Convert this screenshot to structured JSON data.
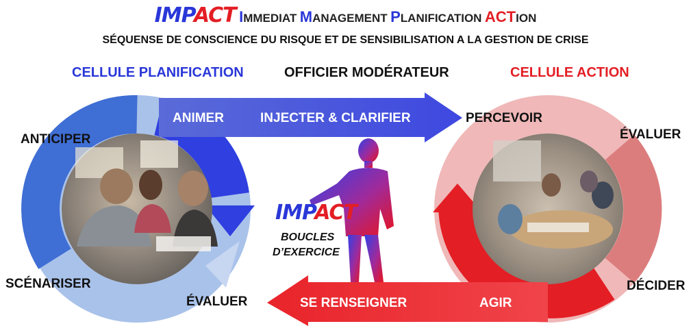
{
  "header": {
    "logo_part1": "IMP",
    "logo_part2": "ACT",
    "words": [
      {
        "cap": "I",
        "rest": "MMEDIAT",
        "cap_color": "blue"
      },
      {
        "cap": "M",
        "rest": "ANAGEMENT",
        "cap_color": "blue"
      },
      {
        "cap": "P",
        "rest": "LANIFICATION",
        "cap_color": "blue"
      },
      {
        "cap": "ACT",
        "rest": "ION",
        "cap_color": "red"
      }
    ],
    "subtitle": "SÉQUENSE DE CONSCIENCE DU RISQUE ET DE SENSIBILISATION A LA GESTION DE CRISE"
  },
  "cells": {
    "planification_title": "CELLULE PLANIFICATION",
    "moderateur_title": "OFFICIER MODÉRATEUR",
    "action_title": "CELLULE ACTION"
  },
  "left_cycle": {
    "anticiper": "ANTICIPER",
    "scenariser": "SCÉNARISER",
    "evaluer": "ÉVALUER",
    "animer": "ANIMER"
  },
  "top_arrow": {
    "label": "INJECTER &  CLARIFIER"
  },
  "right_cycle": {
    "percevoir": "PERCEVOIR",
    "evaluer": "ÉVALUER",
    "decider": "DÉCIDER",
    "agir": "AGIR"
  },
  "bottom_arrow": {
    "label": "SE RENSEIGNER"
  },
  "center": {
    "logo_part1": "IMP",
    "logo_part2": "ACT",
    "line1": "BOUCLES",
    "line2": "D’EXERCICE"
  },
  "colors": {
    "blue": "#2a37d8",
    "red": "#e31e24",
    "left_ring_dark": "#3f6ed4",
    "left_ring_light": "#a9c2ea",
    "right_ring_light": "#f0b8b8",
    "right_ring_mid": "#dc7d7d"
  }
}
